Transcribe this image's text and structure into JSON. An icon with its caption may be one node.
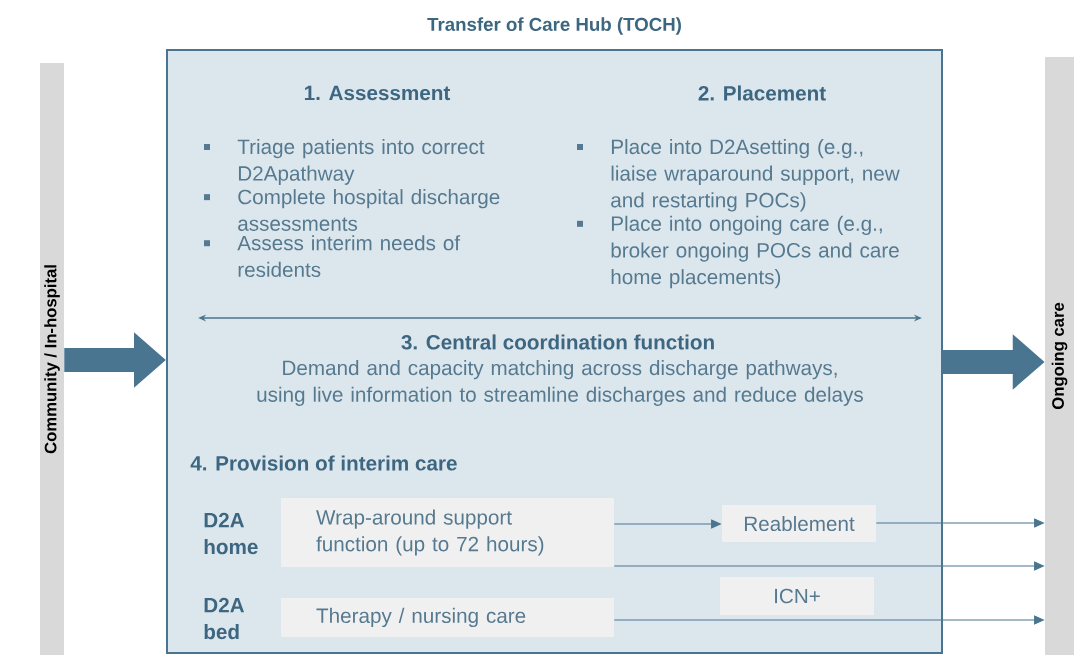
{
  "diagram": {
    "nodes": [
      {
        "text": [
          "Community / In-hospital"
        ]
      },
      {
        "text": [
          "Transfer of Care Hub (TOCH)"
        ]
      },
      {
        "text": [
          "Ongoing care"
        ]
      },
      {
        "text": [
          "Wrap-around support function (up to 72 hours)"
        ],
        "in": 1,
        "beside": [
          "D2A home"
        ]
      },
      {
        "text": [
          "Reablement"
        ],
        "in": 1
      },
      {
        "text": [
          "ICN+"
        ],
        "in": 1
      },
      {
        "text": [
          "Therapy / nursing care"
        ],
        "in": 1,
        "beside": [
          "D2A bed"
        ]
      }
    ],
    "edges": [
      {
        "from": 0,
        "to": 1,
        "arrow": "to",
        "style": "thick"
      },
      {
        "from": 1,
        "to": 2,
        "arrow": "to",
        "style": "thick"
      },
      {
        "from": 3,
        "to": 4,
        "arrow": "to"
      },
      {
        "from": 4,
        "to": 2,
        "arrow": "to"
      },
      {
        "from": 3,
        "to": 2,
        "arrow": "to"
      },
      {
        "from": 6,
        "to": 2,
        "arrow": "to"
      }
    ],
    "labels": [
      "1. Assessment",
      "2. Placement",
      "Triage patients into correct D2Apathway",
      "Complete hospital discharge assessments",
      "Assess interim needs of residents",
      "Place into D2Asetting (e.g., liaise wraparound support, new and restarting POCs)",
      "Place into ongoing care (e.g., broker ongoing POCs and care home placements)",
      "3. Central coordination function",
      "Demand and capacity matching across discharge pathways, using live information to streamline discharges and reduce delays",
      "4. Provision of interim care"
    ]
  }
}
